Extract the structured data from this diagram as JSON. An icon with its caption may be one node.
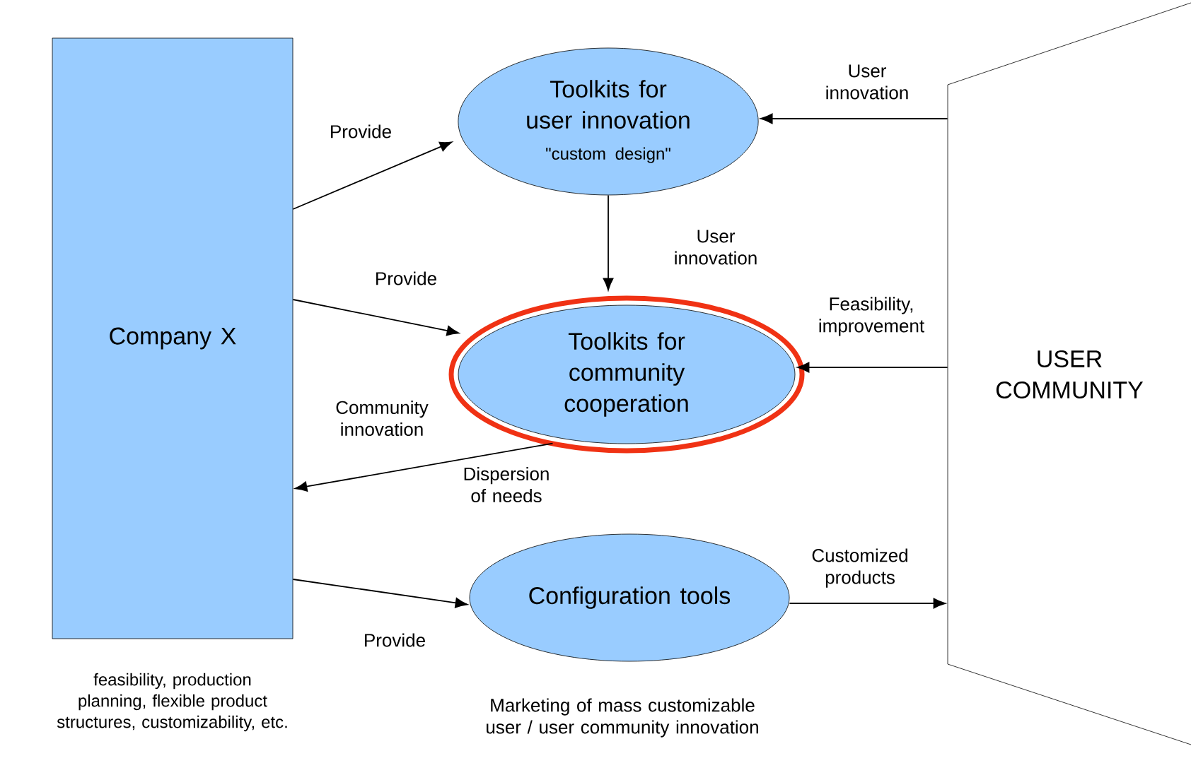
{
  "diagram": {
    "nodes": [
      {
        "text": [
          "Company X"
        ],
        "beside": [
          "feasibility, production planning, flexible product structures, customizability, etc."
        ]
      },
      {
        "text": [
          "Toolkits for user innovation",
          "\"custom design\""
        ]
      },
      {
        "text": [
          "Toolkits for community cooperation"
        ]
      },
      {
        "text": [
          "Configuration tools"
        ]
      },
      {
        "text": [
          "USER COMMUNITY"
        ]
      }
    ],
    "edges": [
      {
        "from": 0,
        "to": 1,
        "arrow": "to",
        "label": "Provide"
      },
      {
        "from": 0,
        "to": 2,
        "arrow": "to",
        "label": "Provide"
      },
      {
        "from": 2,
        "to": 0,
        "arrow": "to",
        "label": "Community innovation"
      },
      {
        "from": 1,
        "to": 2,
        "arrow": "to",
        "label": "User innovation"
      },
      {
        "from": 4,
        "to": 1,
        "arrow": "to",
        "label": "User innovation"
      },
      {
        "from": 4,
        "to": 2,
        "arrow": "to",
        "label": "Feasibility, improvement"
      },
      {
        "from": 0,
        "to": 3,
        "arrow": "to",
        "label": "Provide"
      },
      {
        "from": 3,
        "to": 4,
        "arrow": "to",
        "label": "Customized products"
      }
    ],
    "labels": [
      "Dispersion of needs",
      "Marketing of mass customizable user / user community innovation"
    ]
  }
}
